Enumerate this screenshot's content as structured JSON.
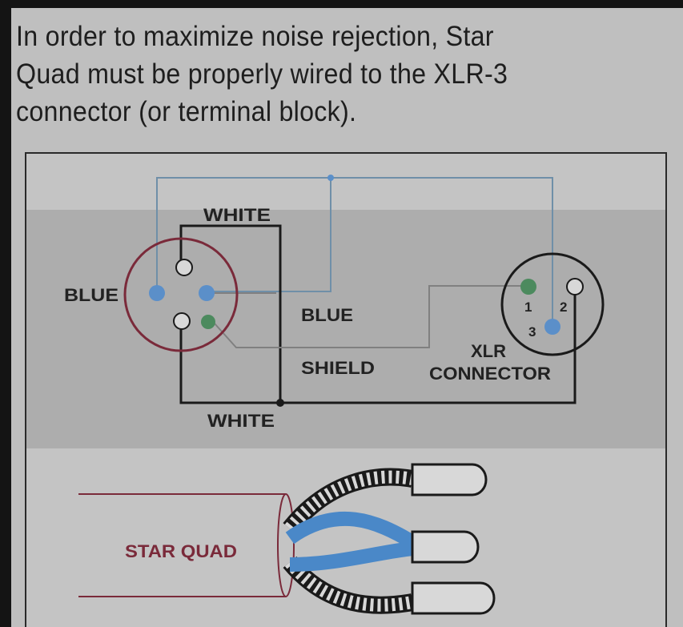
{
  "caption": {
    "line1": "In order to maximize noise rejection, Star",
    "line2": "Quad must be properly wired to the XLR-3",
    "line3": "connector (or terminal block)."
  },
  "labels": {
    "white_top": "WHITE",
    "white_bottom": "WHITE",
    "blue_left": "BLUE",
    "blue_wire": "BLUE",
    "shield": "SHIELD",
    "xlr_line1": "XLR",
    "xlr_line2": "CONNECTOR",
    "pin1": "1",
    "pin2": "2",
    "pin3": "3",
    "star_quad": "STAR QUAD"
  },
  "colors": {
    "page_bg": "#141414",
    "panel_bg": "#bfbfbf",
    "band_bg": "#ababab",
    "wire_blue": "#6f8fa8",
    "wire_black": "#1a1a1a",
    "wire_gray": "#808080",
    "pin_blue": "#5b8fc9",
    "pin_green": "#4c8a5e",
    "connector_ring": "#7a2a3a",
    "cable_outline": "#7a2a3a",
    "blue_pair": "#4a88c8",
    "star_quad_text": "#7a2a3a"
  }
}
